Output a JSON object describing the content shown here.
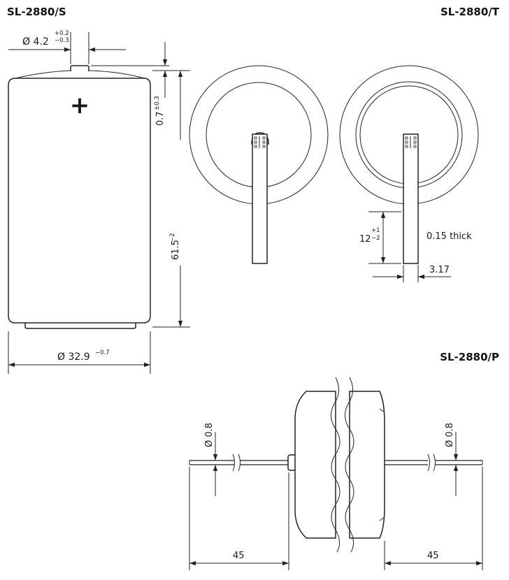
{
  "titles": {
    "s": "SL-2880/S",
    "t": "SL-2880/T",
    "p": "SL-2880/P"
  },
  "dims_s": {
    "terminal_dia_prefix": "Ø 4.2",
    "terminal_dia_tol_upper": "+0.2",
    "terminal_dia_tol_lower": "−0.3",
    "terminal_height": "0.7",
    "terminal_height_tol": "±0.3",
    "length": "61.5",
    "length_tol": "−2",
    "diameter": "Ø 32.9",
    "diameter_tol": "−0.7",
    "plus_symbol": "+"
  },
  "dims_t": {
    "tab_length": "12",
    "tab_length_tol_upper": "+1",
    "tab_length_tol_lower": "−2",
    "tab_thickness": "0.15 thick",
    "tab_width": "3.17"
  },
  "dims_p": {
    "wire_dia_left": "Ø 0.8",
    "wire_dia_right": "Ø 0.8",
    "lead_left": "45",
    "lead_right": "45"
  }
}
